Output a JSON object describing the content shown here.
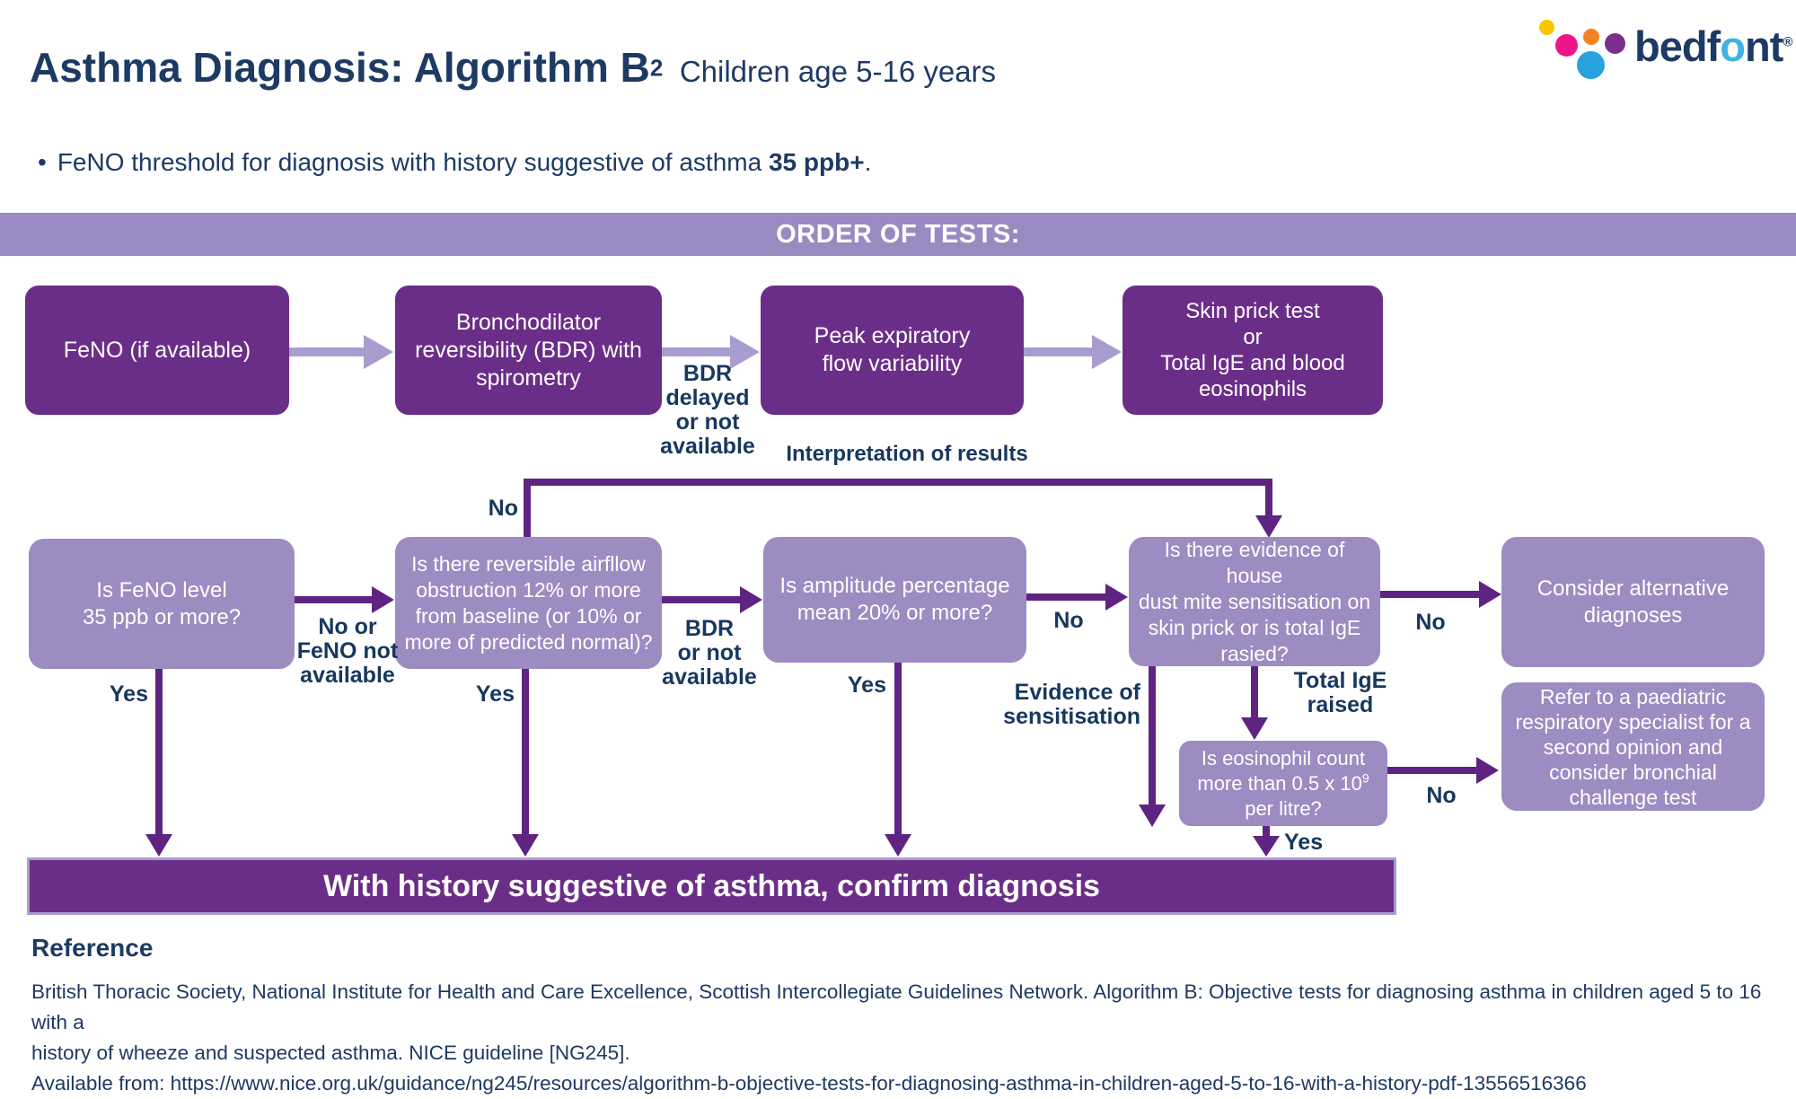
{
  "header": {
    "title": "Asthma Diagnosis: Algorithm B",
    "title_sup": "2",
    "subtitle": "Children age 5-16 years",
    "bullet_dot": "•",
    "bullet_prefix": "FeNO threshold for diagnosis with history suggestive of asthma ",
    "bullet_bold": "35 ppb+",
    "bullet_suffix": "."
  },
  "logo": {
    "brand": "bedf",
    "brand_o": "o",
    "brand_end": "nt",
    "registered": "®",
    "dot_colors": {
      "yellow": "#f8c700",
      "magenta": "#ec168a",
      "orange": "#f58322",
      "purple": "#7c2e8c",
      "blue": "#27a2dc"
    }
  },
  "order_bar": {
    "label": "ORDER OF TESTS:"
  },
  "tests": [
    {
      "label": "FeNO (if available)"
    },
    {
      "label": "Bronchodilator\nreversibility (BDR) with\nspirometry"
    },
    {
      "label": "Peak expiratory\nflow variability"
    },
    {
      "label": "Skin prick test\nor\nTotal IgE and blood\neosinophils"
    }
  ],
  "decisions": [
    {
      "label": "Is FeNO level\n35 ppb or more?"
    },
    {
      "label": "Is there reversible airfllow\nobstruction 12% or more\nfrom baseline (or 10% or\nmore of predicted normal)?"
    },
    {
      "label": "Is amplitude percentage\nmean 20% or more?"
    },
    {
      "label": "Is there evidence of house\ndust mite sensitisation on\nskin prick or is total IgE\nrasied?"
    }
  ],
  "eosinophil_box": {
    "line1": "Is eosinophil count",
    "line2_prefix": "more than 0.5 x 10",
    "line2_sup": "9",
    "line3": "per litre?"
  },
  "outcomes": {
    "alternative": "Consider alternative\ndiagnoses",
    "refer": "Refer to a paediatric\nrespiratory specialist for a\nsecond opinion and\nconsider bronchial\nchallenge test",
    "confirm": "With history suggestive of asthma, confirm diagnosis"
  },
  "edge_labels": {
    "bdr_delayed": "BDR\ndelayed\nor not\navailable",
    "interpretation": "Interpretation of results",
    "no_loop": "No",
    "no_or_feno": "No or\nFeNO not\navailable",
    "bdr_or_not": "BDR\nor not\navailable",
    "no_after_amplitude": "No",
    "no_after_dustmite": "No",
    "yes_feno": "Yes",
    "yes_bdr": "Yes",
    "yes_amplitude": "Yes",
    "evidence": "Evidence of\nsensitisation",
    "total_ige": "Total IgE\nraised",
    "yes_eosinophil": "Yes",
    "no_eosinophil": "No"
  },
  "reference": {
    "heading": "Reference",
    "body": "British Thoracic Society, National Institute for Health and Care Excellence, Scottish Intercollegiate Guidelines Network. Algorithm B: Objective tests for diagnosing asthma in children aged 5 to 16 with a\nhistory of wheeze and suspected asthma. NICE guideline [NG245].\nAvailable from: https://www.nice.org.uk/guidance/ng245/resources/algorithm-b-objective-tests-for-diagnosing-asthma-in-children-aged-5-to-16-with-a-history-pdf-13556516366"
  },
  "colors": {
    "navy_text": "#1d3a63",
    "dark_purple_box": "#6b2e88",
    "light_purple_box": "#9c8cc2",
    "order_bar_bg": "#998ac1",
    "dark_arrow": "#5f2482",
    "light_arrow": "#a89dce"
  }
}
